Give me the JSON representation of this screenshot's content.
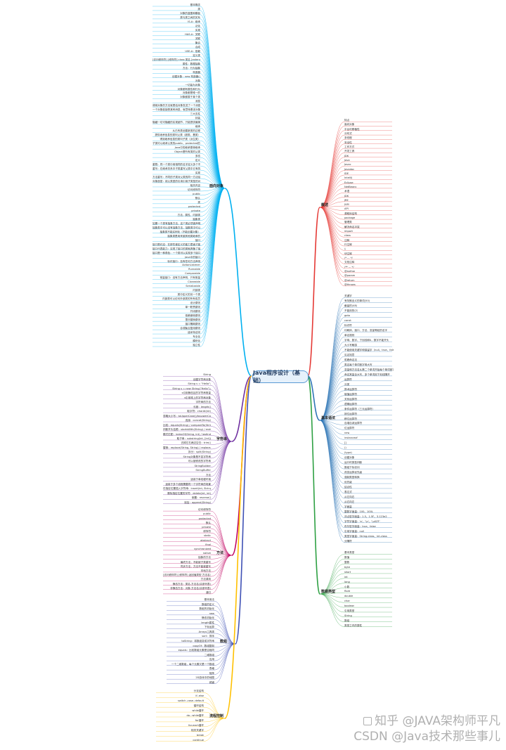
{
  "root": {
    "label": "Java程序设计（基础）"
  },
  "colors": {
    "oop": "#00b0f0",
    "overview": "#e53935",
    "basics": "#2e75b6",
    "string": "#7030a0",
    "method": "#c00060",
    "array": "#3f51b5",
    "flow": "#ffc000",
    "types": "#2ea043"
  },
  "branches": {
    "oop": "面向对象",
    "overview": "概述",
    "basics": "基本语法",
    "string": "字符串",
    "method": "方法",
    "array": "数组",
    "flow": "流程控制",
    "types": "数据类型"
  },
  "overview_items": [
    "特点",
    "面向对象",
    "平台可移植性",
    "分布式",
    "多线程",
    "安全性",
    "工作方式",
    "开发工具",
    "JDK",
    "Java",
    "Javac",
    "Javadoc",
    "IDE",
    "IntelliJ",
    "Eclipse",
    "NetBeans",
    "术语",
    "JDK",
    "JRE",
    "JVM",
    "API",
    "源程序结构",
    "package",
    "管理类",
    "解决命名冲突",
    "import",
    "class",
    "注释",
    "行注释",
    "//",
    "块注释",
    "/* ... */",
    "文档注释",
    "/** ... */",
    "@author",
    "@param",
    "@return",
    "@throws"
  ],
  "basics_items": [
    "关键字",
    "有特殊含义的单词(50)",
    "截留的(48)",
    "不能用的(2)",
    "goto",
    "const",
    "标识符",
    "印刷体、接口、方法、变量等起的名字",
    "单名规则",
    "字母、数字、下划线和$，数字不能开头",
    "大小写敏感",
    "不能使用关键字和保留字（null、true、false）中间",
    "见名知意",
    "驼峰命名法",
    "类名每个单词首字母大写",
    "变量和方法名从第二个单词开始每个单词首字母大写",
    "命名常量全大写，多个单词用下划线隔开",
    "运算符",
    "分类",
    "算术运算符",
    "赋值运算符",
    "关系运算符",
    "逻辑运算符",
    "条件运算符（三元运算符）",
    "按位运算符",
    "移位运算符",
    "自增自减运算符",
    "位运算符",
    "new",
    "instanceof",
    "[]",
    "()",
    "(type)",
    "创建对象",
    "运行时类型判断",
    "数组下标访问",
    "改变运算优先级",
    "强制类型转换",
    "优先级",
    "结合性",
    "表达式",
    "从左向右",
    "从右向左",
    "字面量",
    "整数字面量：100、100L",
    "浮点型字面量：1.5、1.5F、3.123e2",
    "字符字面量：'a'、'\\n'、'\\u0ZF'",
    "布尔型字面量：true、false",
    "引用字面量：null",
    "类型字面量：String.class、int.class",
    "分隔符"
  ],
  "types_items": [
    "基本类型",
    "数值",
    "整数",
    "byte",
    "short",
    "int",
    "long",
    "小数",
    "float",
    "double",
    "char",
    "boolean",
    "引用类型",
    "String",
    "数组",
    "类型之内的属性"
  ],
  "oop_items": [
    "基本概念",
    "类",
    "对象的蓝图和模板",
    "类与类之间的关系",
    "IS-A：继承",
    "泛化",
    "实现",
    "HAS-A：关联",
    "关联",
    "聚合",
    "合成",
    "USE-A：依赖",
    "定义类",
    "[访问修饰符] [修饰符] class 类名 [extends 父类] [implements 接口1, 接口2, ...] {}",
    "属性：数据抽象",
    "方法：行为抽象",
    "构造器",
    "创建对象：new 构造器()",
    "对象",
    "一切皆为对象",
    "对象都有属性和行为",
    "对象都是唯一的",
    "对象都属于某个类",
    "消息",
    "调用对象的方法就是给对象发送了一个消息",
    "一个对象能接受某种消息，就意味着该对象向外界提供了某种服务",
    "三大支柱",
    "封装",
    "隐藏一切可隐藏的实现细节，只能提供最简单的编程接口",
    "继承",
    "从已有类创建新类的过程",
    "提供继承信息的类叫父类（超类、基类）",
    "得到继承信息的类叫子类（派生类）",
    "子类可以继承父类的public、protected的属性和方法",
    "Java中的继承是单继承",
    "Object是所有类的父类",
    "多态",
    "定义",
    "重载：同一个类中用相同的名字定义多个不同的方法",
    "重写：在继承关系中子类重写父类中已有的方法，同样必须要多态性",
    "实现",
    "方法重写：不同的子类对父类的同一方法给出不同的实现版本",
    "对象造型：用父类型的引用引用子类型的对象",
    "相关内容",
    "访问修饰符",
    "public",
    "默认",
    "类",
    "protected",
    "private",
    "方法、属性、内部类",
    "抽象类",
    "如果一个类有抽象方法，这个类必须被声明为抽象类",
    "抽象类中可以没有抽象方法，抽象类中可以有自己的构造器",
    "抽象类不能实例化（不能创建对象）",
    "抽象类是用来被其他类继承的",
    "接口",
    "接口是约定：在那些被定义的能力里面才能进行调用",
    "接口代表能力：实现了接口的类就具备了接口所描述的能力",
    "接口是一种角色：一个类可以实现多个接口",
    "Java中的接口",
    "标识接口：没有任何方法声明",
    "ActionListener",
    "Runnable",
    "Comparable",
    "常量接口：没有方法声明，只有常量",
    "Cloneable",
    "Serializable",
    "内部类",
    "类中定义的另一个类",
    "内部类可以访问外部类的所有成员",
    "设计原则",
    "单一职责原则",
    "开闭原则",
    "依赖倒转原则",
    "里氏替换原则",
    "接口隔离原则",
    "合成聚合复用原则",
    "迪米特法则",
    "专业化",
    "模块化",
    "独立性"
  ],
  "string_items": [
    "String",
    "创建字符串对象",
    "String s = \"Hello\";",
    "String s = new String(\"Hello\");",
    "s引用静态区的字符串常量",
    "s引用堆上的字符串对象",
    "字符串的方法",
    "长度：length()",
    "取字符：charAt(int)",
    "忽略大小写：toUpperCase()/toLowerCase()",
    "连接：concat(String)",
    "比较：equals(String) / compareTo(String)",
    "判断开头结尾：startsWith(String) / endsWith(String)",
    "模式匹配：indexOf(String, int) / lastIndexOf(String, int)",
    "取子串：substring(int, [int])",
    "去掉左右两边空白：trim()",
    "替换：replace(String, String) / replaceAll(String, String)",
    "拆分：split(String)",
    "String对象是不变字符串",
    "可以被修改的字符串",
    "StringBuilder",
    "StringBuffer",
    "方法",
    "适用于单线程环境",
    "适用于多个线程需要同一个字符串的场景",
    "在指定位置插入字符串：insert(int, String)",
    "删除指定位置的字符：delete(int, int)",
    "倒置：reverse()",
    "追加：append(String)"
  ],
  "method_items": [
    "访问修饰符",
    "public",
    "protected",
    "默认",
    "private",
    "修饰符",
    "static",
    "abstract",
    "final",
    "synchronized",
    "native",
    "抽象的方法",
    "最终方法，不能被子类重写",
    "同步方法，方法不能被重写",
    "本地方法",
    "[访问修饰符] [修饰符] 返回值类型 方法名([参数列表]) [异常声明]",
    "方法调用",
    "静态方法：类名.方法名(实参列表)",
    "非静态方法：对象.方法名(实参列表)",
    "递归"
  ],
  "array_items": [
    "基本用法",
    "数组的定义",
    "数组的初始化",
    "new",
    "静态初始化",
    "length属性",
    "下标运算",
    "Arrays工具类",
    "sort：排序",
    "toString：将数组变成字符串",
    "copyOf：数组复制",
    "equals：比较数组元素是否相同",
    "二维数组",
    "应用",
    "一个二维数组，每个元素又是一个数组",
    "表格",
    "矩阵",
    "2D游戏中的地图",
    "频道"
  ],
  "flow_items": [
    "分支结构",
    "if..else",
    "switch..case..default",
    "循环结构",
    "while循环",
    "do...while循环",
    "for循环",
    "for-each循环",
    "相关关键字",
    "break",
    "continue"
  ],
  "watermark": {
    "line1": "知乎 @JAVA架构师平凡",
    "line2": "CSDN @Java技术那些事儿"
  }
}
